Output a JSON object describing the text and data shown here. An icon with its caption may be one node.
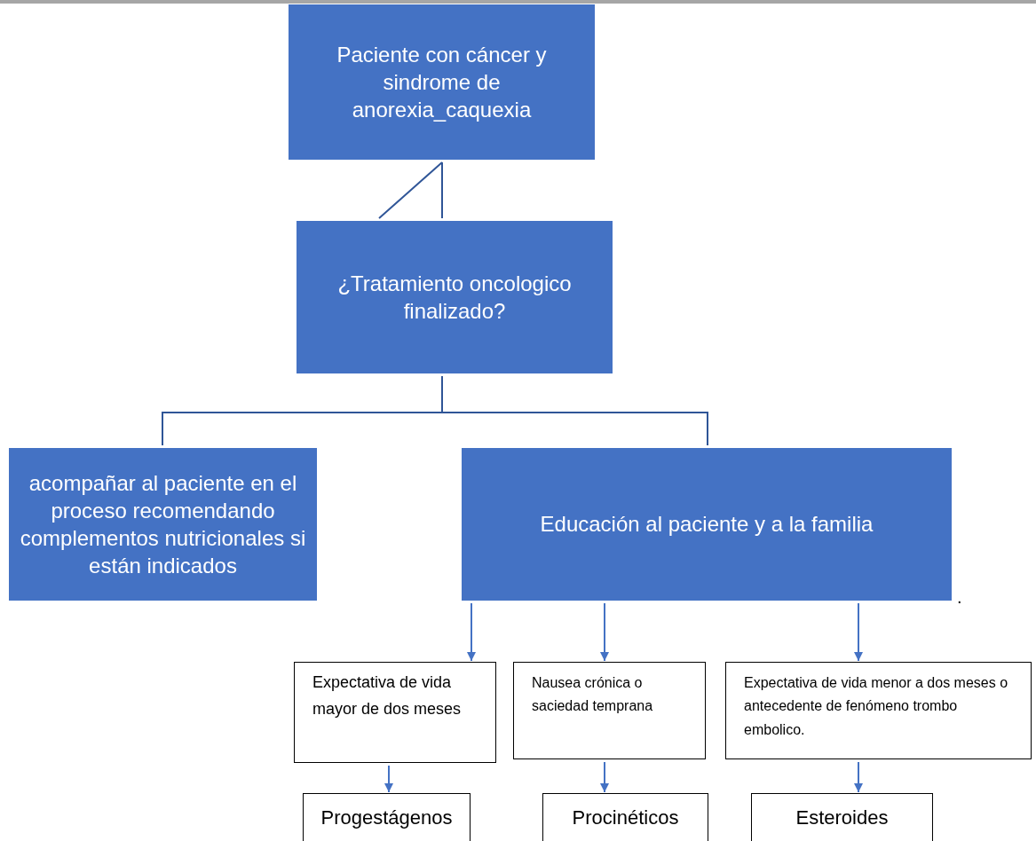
{
  "diagram": {
    "nodes": [
      {
        "text": [
          "Paciente con cáncer y sindrome de anorexia_caquexia"
        ]
      },
      {
        "text": [
          "¿Tratamiento oncologico finalizado?"
        ]
      },
      {
        "text": [
          "acompañar al paciente en el proceso recomendando complementos nutricionales si están indicados"
        ]
      },
      {
        "text": [
          "Educación al paciente y a la familia"
        ]
      },
      {
        "text": [
          "Expectativa de vida mayor  de dos meses"
        ]
      },
      {
        "text": [
          "Nausea crónica o saciedad temprana"
        ]
      },
      {
        "text": [
          "Expectativa de vida  menor a dos meses o antecedente  de fenómeno trombo embolico."
        ]
      },
      {
        "text": [
          "Progestágenos"
        ]
      },
      {
        "text": [
          "Procinéticos"
        ]
      },
      {
        "text": [
          "Esteroides"
        ]
      }
    ],
    "edges": [
      {
        "from": 0,
        "to": 1,
        "arrow": "none"
      },
      {
        "from": 1,
        "to": 2,
        "arrow": "none"
      },
      {
        "from": 1,
        "to": 3,
        "arrow": "none"
      },
      {
        "from": 3,
        "to": 4,
        "arrow": "to"
      },
      {
        "from": 3,
        "to": 5,
        "arrow": "to"
      },
      {
        "from": 3,
        "to": 6,
        "arrow": "to"
      },
      {
        "from": 4,
        "to": 7,
        "arrow": "to"
      },
      {
        "from": 5,
        "to": 8,
        "arrow": "to"
      },
      {
        "from": 6,
        "to": 9,
        "arrow": "to"
      }
    ],
    "labels": [
      "."
    ]
  }
}
